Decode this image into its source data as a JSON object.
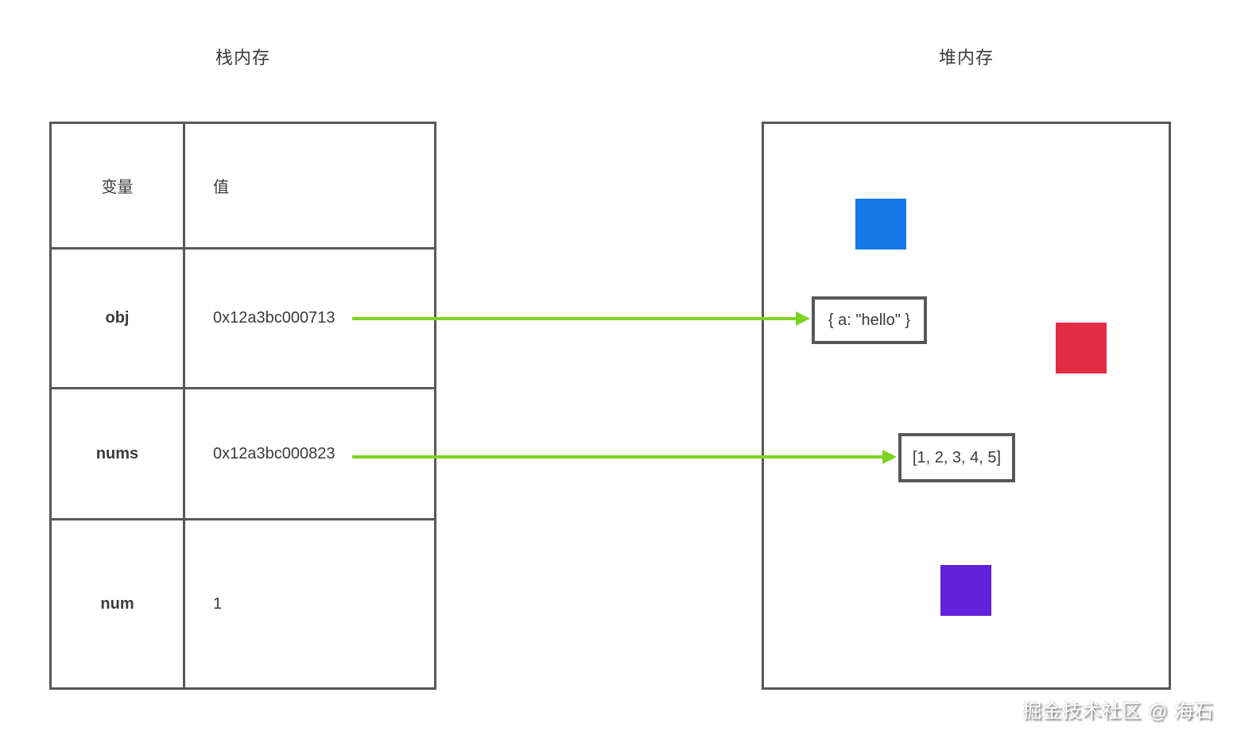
{
  "stack": {
    "title": "栈内存",
    "header": {
      "variable": "变量",
      "value": "值"
    },
    "rows": [
      {
        "name": "obj",
        "value": "0x12a3bc000713"
      },
      {
        "name": "nums",
        "value": "0x12a3bc000823"
      },
      {
        "name": "num",
        "value": "1"
      }
    ]
  },
  "heap": {
    "title": "堆内存",
    "objects": [
      {
        "label": "{ a: \"hello\" }"
      },
      {
        "label": "[1, 2, 3, 4, 5]"
      }
    ],
    "squares": [
      {
        "name": "blue-square",
        "color": "#1778E8"
      },
      {
        "name": "red-square",
        "color": "#E22C44"
      },
      {
        "name": "purple-square",
        "color": "#6420DB"
      }
    ]
  },
  "colors": {
    "arrow_green": "#7ED321",
    "border_gray": "#58585A"
  },
  "watermark": {
    "text": "掘金技术社区 @ 海石"
  }
}
